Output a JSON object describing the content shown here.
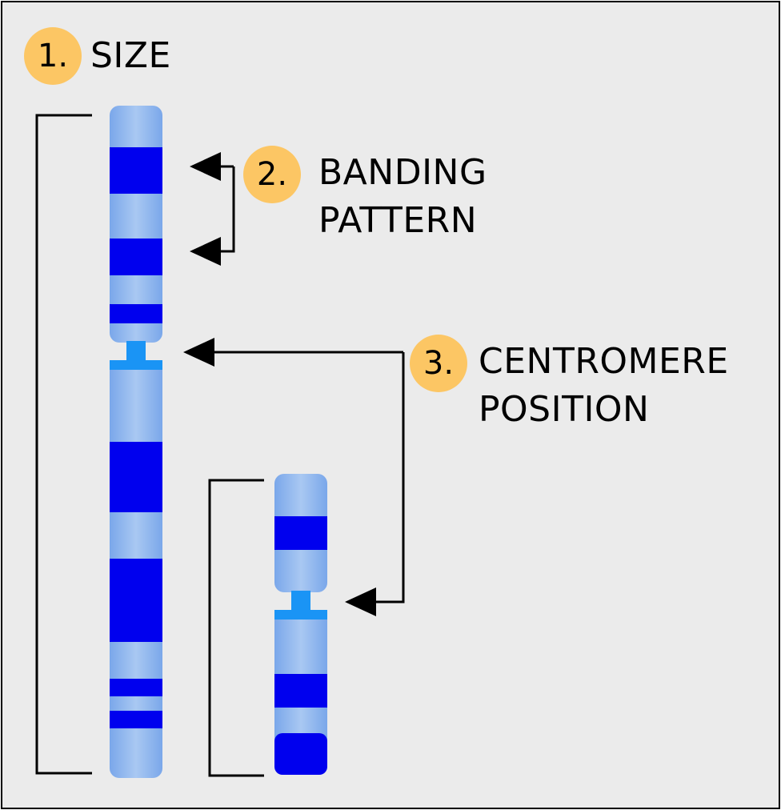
{
  "labels": {
    "size": {
      "number": "1.",
      "text": "SIZE"
    },
    "banding": {
      "number": "2.",
      "line1": "BANDING",
      "line2": "PATTERN"
    },
    "centromere": {
      "number": "3.",
      "line1": "CENTROMERE",
      "line2": "POSITION"
    }
  },
  "colors": {
    "background": "#ebebeb",
    "chromatid_light": "#8ab3ee",
    "band_dark": "#0000ee",
    "centromere": "#1a94f5",
    "badge": "#fcc664",
    "line": "#000000"
  }
}
